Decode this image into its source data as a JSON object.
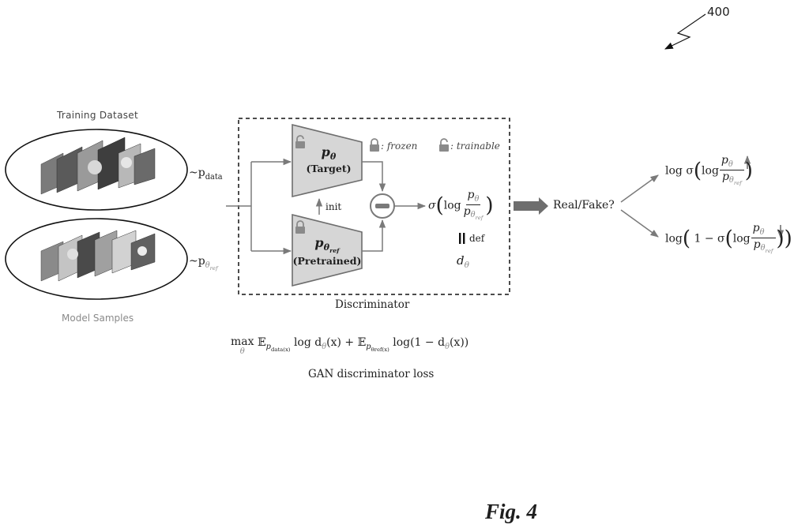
{
  "ref_number": "400",
  "fig_label": "Fig. 4",
  "training_dataset_label": "Training Dataset",
  "model_samples_label": "Model Samples",
  "p_data_label": "~p",
  "p_data_sub": "data",
  "p_ref_label": "~p",
  "p_ref_sub": "θ",
  "p_ref_subsub": "ref",
  "discriminator_label": "Discriminator",
  "target": {
    "symbol": "p",
    "sub": "θ",
    "name": "(Target)"
  },
  "pretrained": {
    "symbol": "p",
    "sub": "θ",
    "subsub": "ref",
    "name": "(Pretrained)"
  },
  "init_label": "init",
  "legend": {
    "frozen": ": frozen",
    "trainable": ": trainable"
  },
  "sigma_expr": {
    "sigma": "σ",
    "log": "log",
    "num": "p",
    "num_sub": "θ",
    "den": "p",
    "den_sub": "θ",
    "den_subsub": "ref"
  },
  "def_label": "def",
  "d_theta": {
    "symbol": "d",
    "sub": "θ"
  },
  "real_fake": "Real/Fake?",
  "out_top": {
    "log": "log σ",
    "inner_log": "log",
    "num": "p",
    "num_sub": "θ",
    "den": "p",
    "den_sub": "θ",
    "den_subsub": "ref"
  },
  "out_bottom": {
    "log": "log",
    "one_minus": "1 − σ",
    "inner_log": "log",
    "num": "p",
    "num_sub": "θ",
    "den": "p",
    "den_sub": "θ",
    "den_subsub": "ref"
  },
  "loss": {
    "max": "max",
    "max_sub": "θ",
    "e1": "𝔼",
    "e1_sub": "p",
    "e1_subsub": "data(x)",
    "term1": " log d",
    "term1_sub": "θ",
    "term1_tail": "(x) + ",
    "e2": "𝔼",
    "e2_sub": "p",
    "e2_subsub": "θref(x)",
    "term2": " log(1 − d",
    "term2_sub": "θ",
    "term2_tail": "(x))"
  },
  "loss_caption": "GAN discriminator loss",
  "colors": {
    "block_fill": "#d6d6d6",
    "block_stroke": "#6e6e6e",
    "line": "#7a7a7a",
    "thick_arrow": "#6e6e6e"
  },
  "icons": {
    "lock_closed": "lock-icon",
    "lock_open": "unlock-icon",
    "minus": "minus-circle-icon"
  }
}
